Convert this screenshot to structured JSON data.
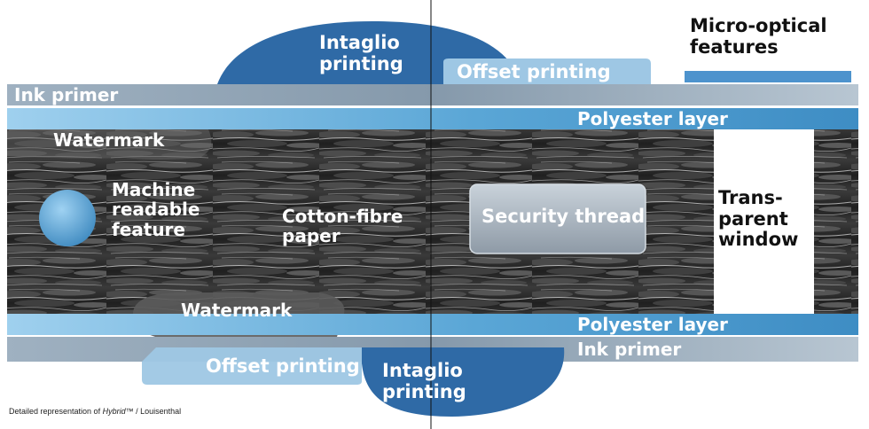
{
  "colors": {
    "blue_dark": "#2f6aa6",
    "blue_light": "#9ec7e4",
    "blue_mid": "#4f98c8",
    "steel_gray": "#8da2b4",
    "paper_dark": "#2b2b2b",
    "thread_gray": "#b9c3cc"
  },
  "labels": {
    "micro_optical": "Micro-optical\nfeatures",
    "intaglio_top": "Intaglio\nprinting",
    "offset_top": "Offset printing",
    "ink_primer_top": "Ink primer",
    "polyester_top": "Polyester layer",
    "watermark_top": "Watermark",
    "machine_readable": "Machine\nreadable\nfeature",
    "cotton_fibre": "Cotton-fibre\npaper",
    "security_thread": "Security thread",
    "transparent_window": "Trans-\nparent\nwindow",
    "watermark_bottom": "Watermark",
    "polyester_bottom": "Polyester layer",
    "ink_primer_bottom": "Ink primer",
    "offset_bottom": "Offset printing",
    "intaglio_bottom": "Intaglio\nprinting"
  },
  "caption": {
    "prefix": "Detailed representation of ",
    "product": "Hybrid™",
    "suffix": " / Louisenthal"
  }
}
